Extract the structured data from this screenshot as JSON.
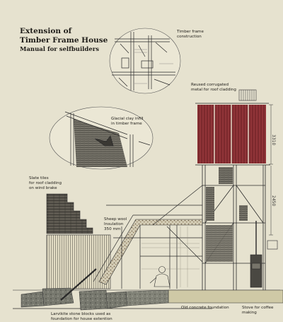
{
  "title": {
    "line1": "Extension of",
    "line2": "Timber Frame House",
    "subtitle": "Manual for selfbuilders"
  },
  "annotations": {
    "timber_frame": "Timber frame\nconstruction",
    "corrugated_metal": "Reused corrugated\nmetal for roof cladding",
    "clay_infill": "Glacial clay infill\nin timber frame",
    "slate_tiles": "Slate tiles\nfor roof cladding\non wind brake",
    "sheep_wool": "Sheep wool\nInsulation\n350 mm",
    "concrete_foundation": "Old concrete foundation",
    "stove": "Stove for coffee\nmaking",
    "stone_blocks": "Larvikite stone blocks used as\nfoundation for house extention"
  },
  "dimensions": {
    "upper_height": "3310",
    "lower_height": "2450"
  },
  "colors": {
    "paper": "#e6e2cf",
    "ink": "#1e1c18",
    "corrugated_red": "#8a2e32",
    "clay": "#6e6b62",
    "slate": "#5a564c",
    "stone": "#7a7a70",
    "concrete": "#cfc9a6"
  }
}
